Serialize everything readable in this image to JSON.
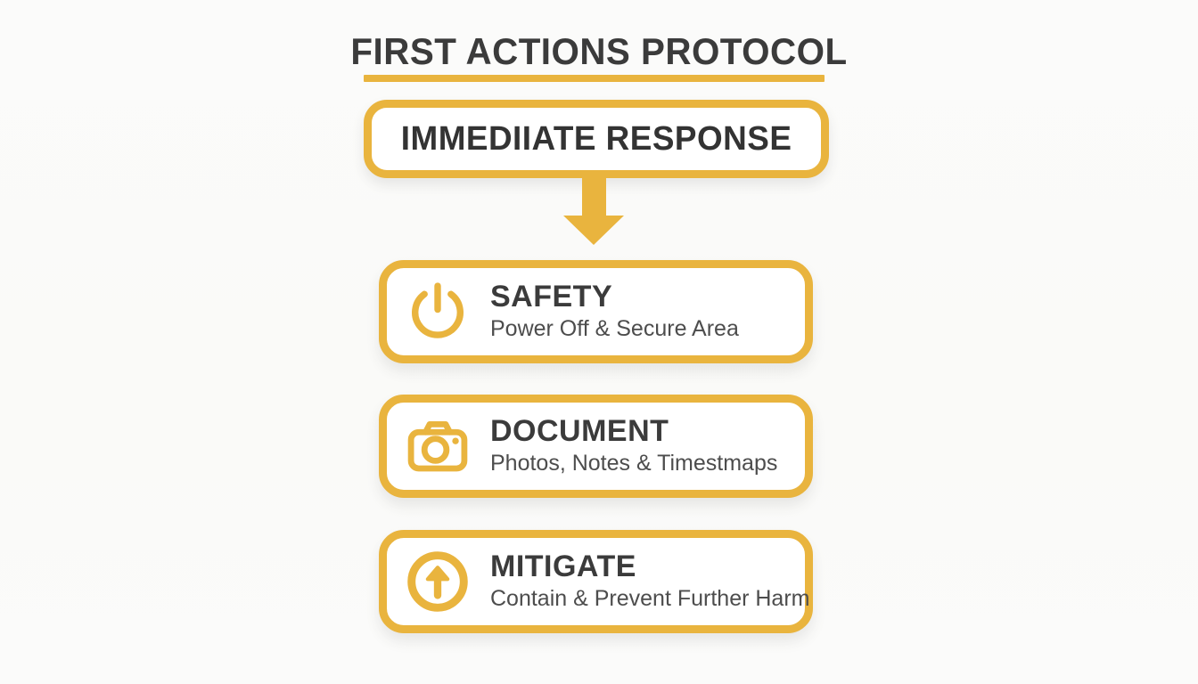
{
  "page": {
    "title": "FIRST ACTIONS PROTOCOL",
    "header_label": "IMMEDIIATE RESPONSE"
  },
  "steps": [
    {
      "icon": "power-icon",
      "title": "SAFETY",
      "subtitle": "Power Off & Secure Area"
    },
    {
      "icon": "camera-icon",
      "title": "DOCUMENT",
      "subtitle": "Photos, Notes & Timestmaps"
    },
    {
      "icon": "arrow-up-circle-icon",
      "title": "MITIGATE",
      "subtitle": "Contain & Prevent Further Harm"
    }
  ],
  "colors": {
    "accent": "#e9b43e",
    "heading_text": "#3b3b3b",
    "subtitle_text": "#4d4d4d",
    "background": "#fafaf8",
    "card_background": "#ffffff"
  }
}
